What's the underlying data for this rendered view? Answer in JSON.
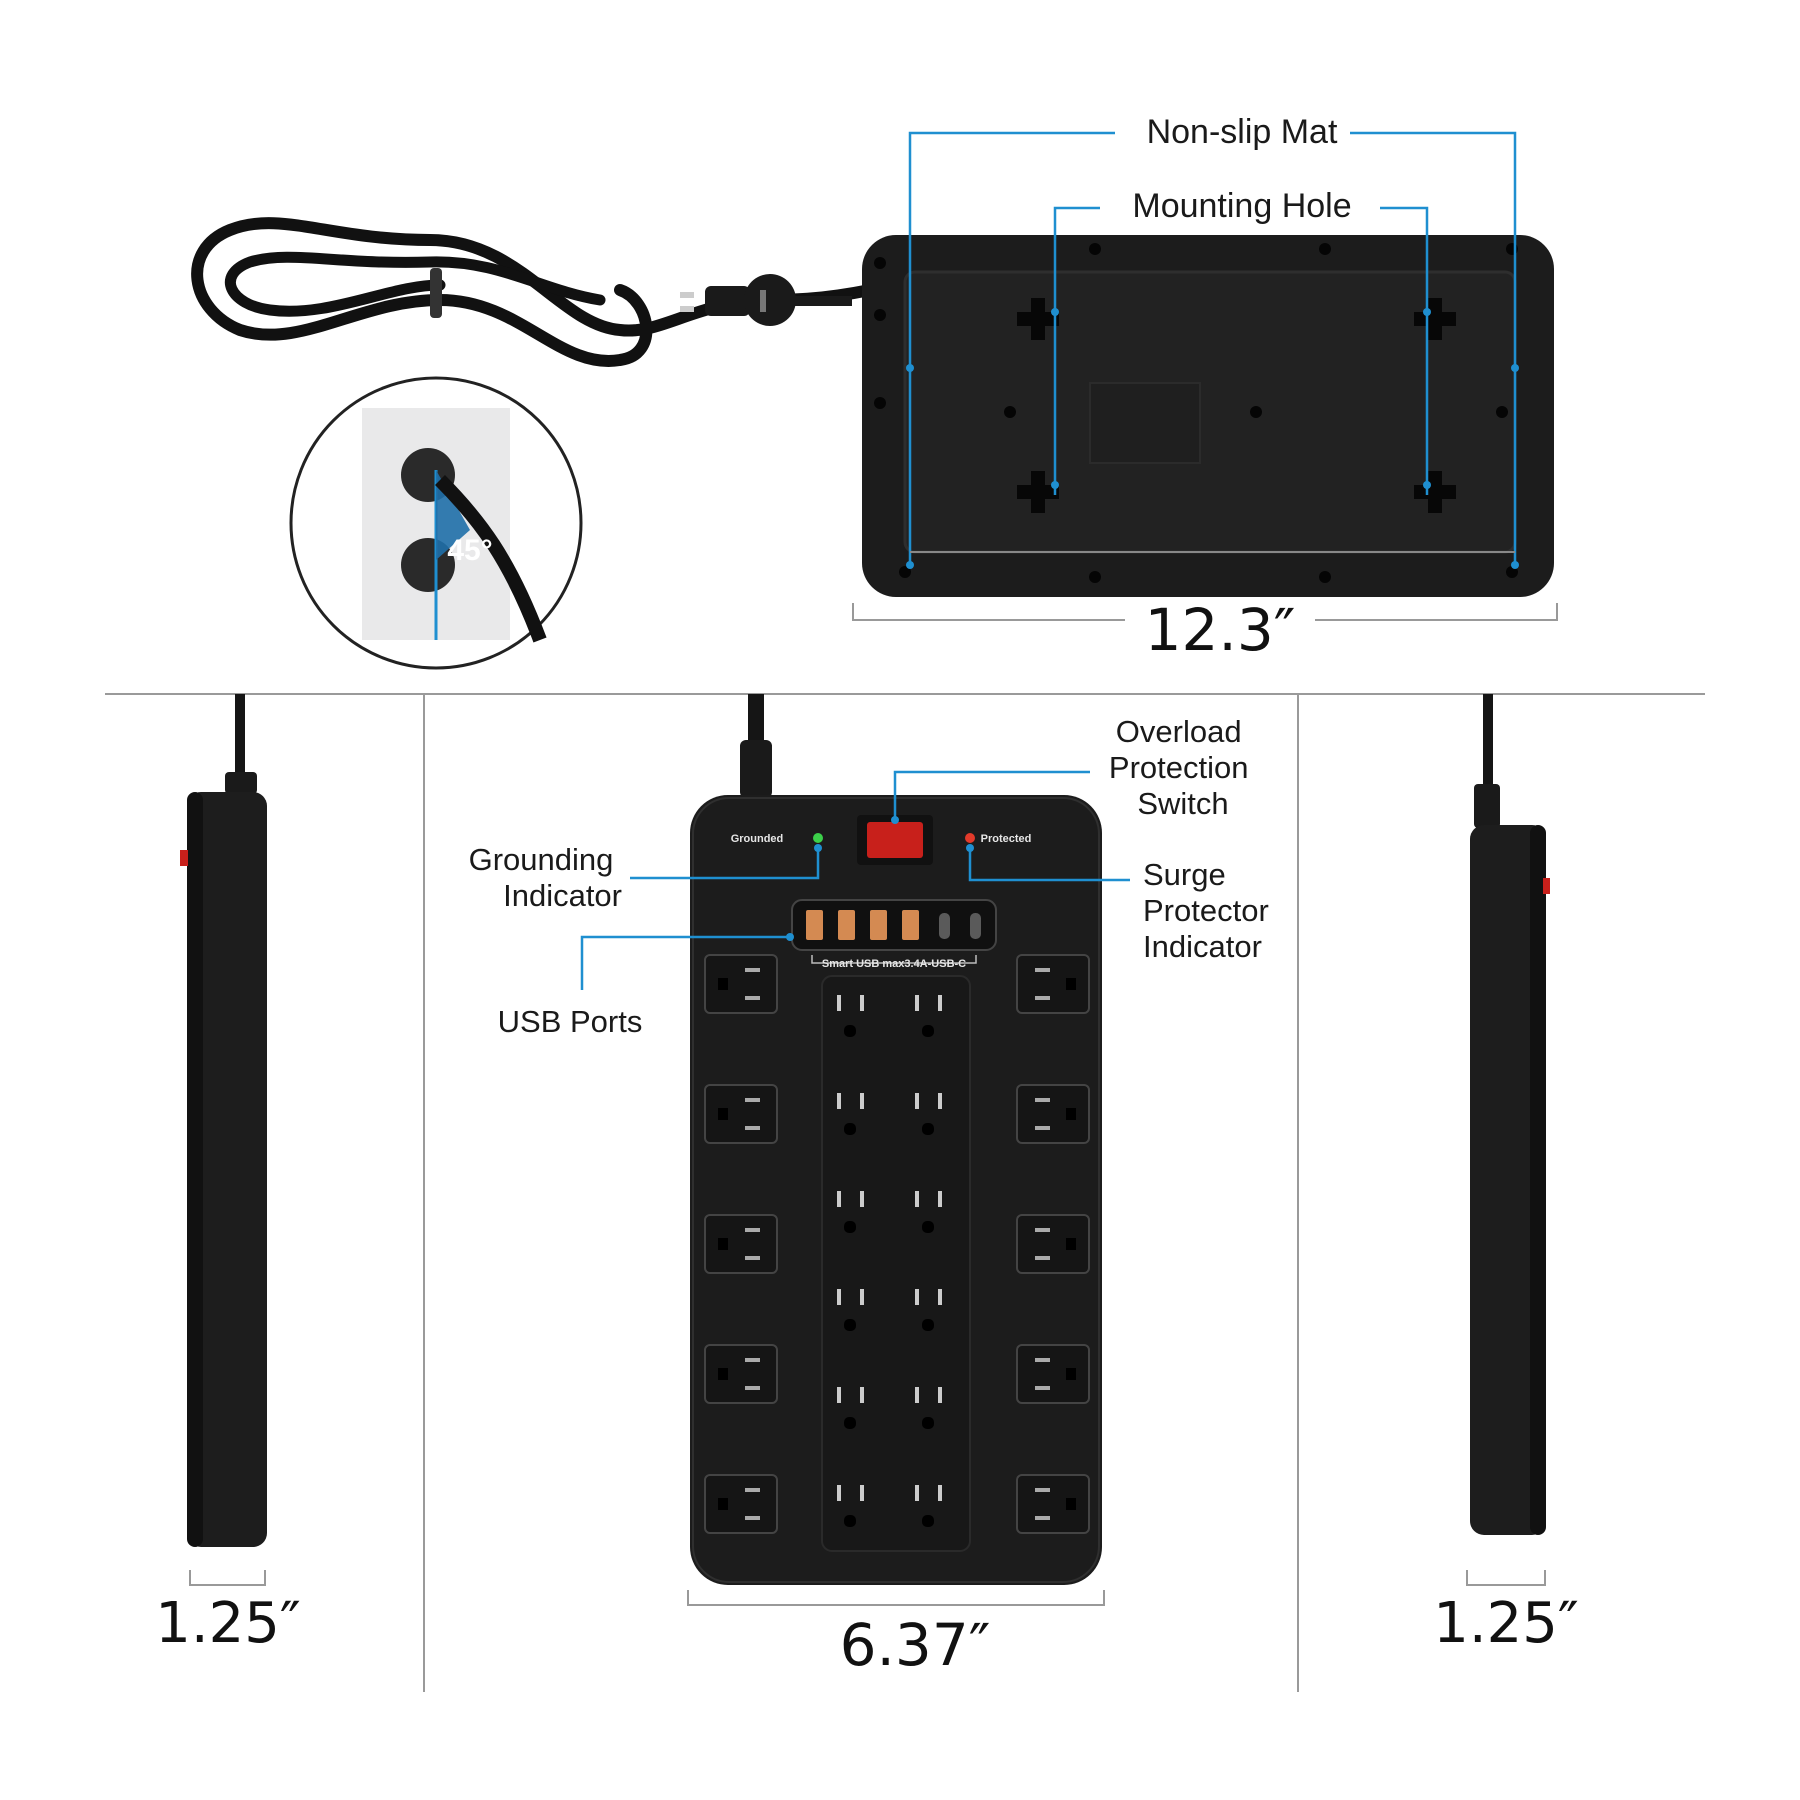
{
  "labels": {
    "non_slip_mat": "Non-slip Mat",
    "mounting_hole": "Mounting Hole",
    "overload_protection_switch": [
      "Overload",
      "Protection",
      "Switch"
    ],
    "grounding_indicator": [
      "Grounding",
      "Indicator"
    ],
    "usb_ports": "USB Ports",
    "surge_protector_indicator": [
      "Surge",
      "Protector",
      "Indicator"
    ]
  },
  "dimensions": {
    "back_width": "12.3″",
    "front_width": "6.37″",
    "left_thickness": "1.25″",
    "right_thickness": "1.25″"
  },
  "plug_angle": "45°",
  "device_text": {
    "grounded": "Grounded",
    "protected": "Protected",
    "usb_spec": "Smart USB max3.4A-USB-C"
  },
  "colors": {
    "callout": "#1f8fd0",
    "body": "#1c1c1c",
    "switch": "#c8201b",
    "grounded_led": "#3cd04a",
    "protected_led": "#e23a2a"
  },
  "icons": [
    "power-plug-icon",
    "wall-outlet-icon"
  ]
}
